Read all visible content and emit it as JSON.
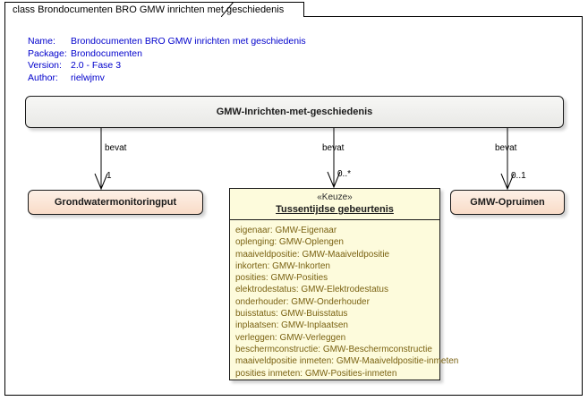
{
  "frame": {
    "tab_label": "class Brondocumenten BRO GMW inrichten met geschiedenis"
  },
  "metadata": {
    "name_key": "Name:",
    "name_value": "Brondocumenten BRO GMW inrichten met geschiedenis",
    "package_key": "Package:",
    "package_value": "Brondocumenten",
    "version_key": "Version:",
    "version_value": "2.0 - Fase 3",
    "author_key": "Author:",
    "author_value": "rielwjmv"
  },
  "classes": {
    "root": {
      "name": "GMW-Inrichten-met-geschiedenis"
    },
    "left": {
      "name": "Grondwatermonitoringput"
    },
    "right": {
      "name": "GMW-Opruimen"
    },
    "choice": {
      "stereotype": "«Keuze»",
      "name": "Tussentijdse gebeurtenis",
      "attributes": [
        "eigenaar: GMW-Eigenaar",
        "oplenging: GMW-Oplengen",
        "maaiveldpositie: GMW-Maaiveldpositie",
        "inkorten: GMW-Inkorten",
        "posities: GMW-Posities",
        "elektrodestatus: GMW-Elektrodestatus",
        "onderhouder: GMW-Onderhouder",
        "buisstatus: GMW-Buisstatus",
        "inplaatsen: GMW-Inplaatsen",
        "verleggen: GMW-Verleggen",
        "beschermconstructie: GMW-Beschermconstructie",
        "maaiveldpositie inmeten: GMW-Maaiveldpositie-inmeten",
        "posities inmeten: GMW-Posities-inmeten"
      ]
    }
  },
  "connectors": [
    {
      "label": "bevat",
      "multiplicity": "1"
    },
    {
      "label": "bevat",
      "multiplicity": "0..*"
    },
    {
      "label": "bevat",
      "multiplicity": "0..1"
    }
  ],
  "colors": {
    "frame_border": "#000000",
    "metadata_text": "#0000cc",
    "root_fill": "#efefed",
    "side_fill": "#fbe4d4",
    "choice_fill": "#fdfbdc",
    "attribute_text": "#7a6212"
  }
}
